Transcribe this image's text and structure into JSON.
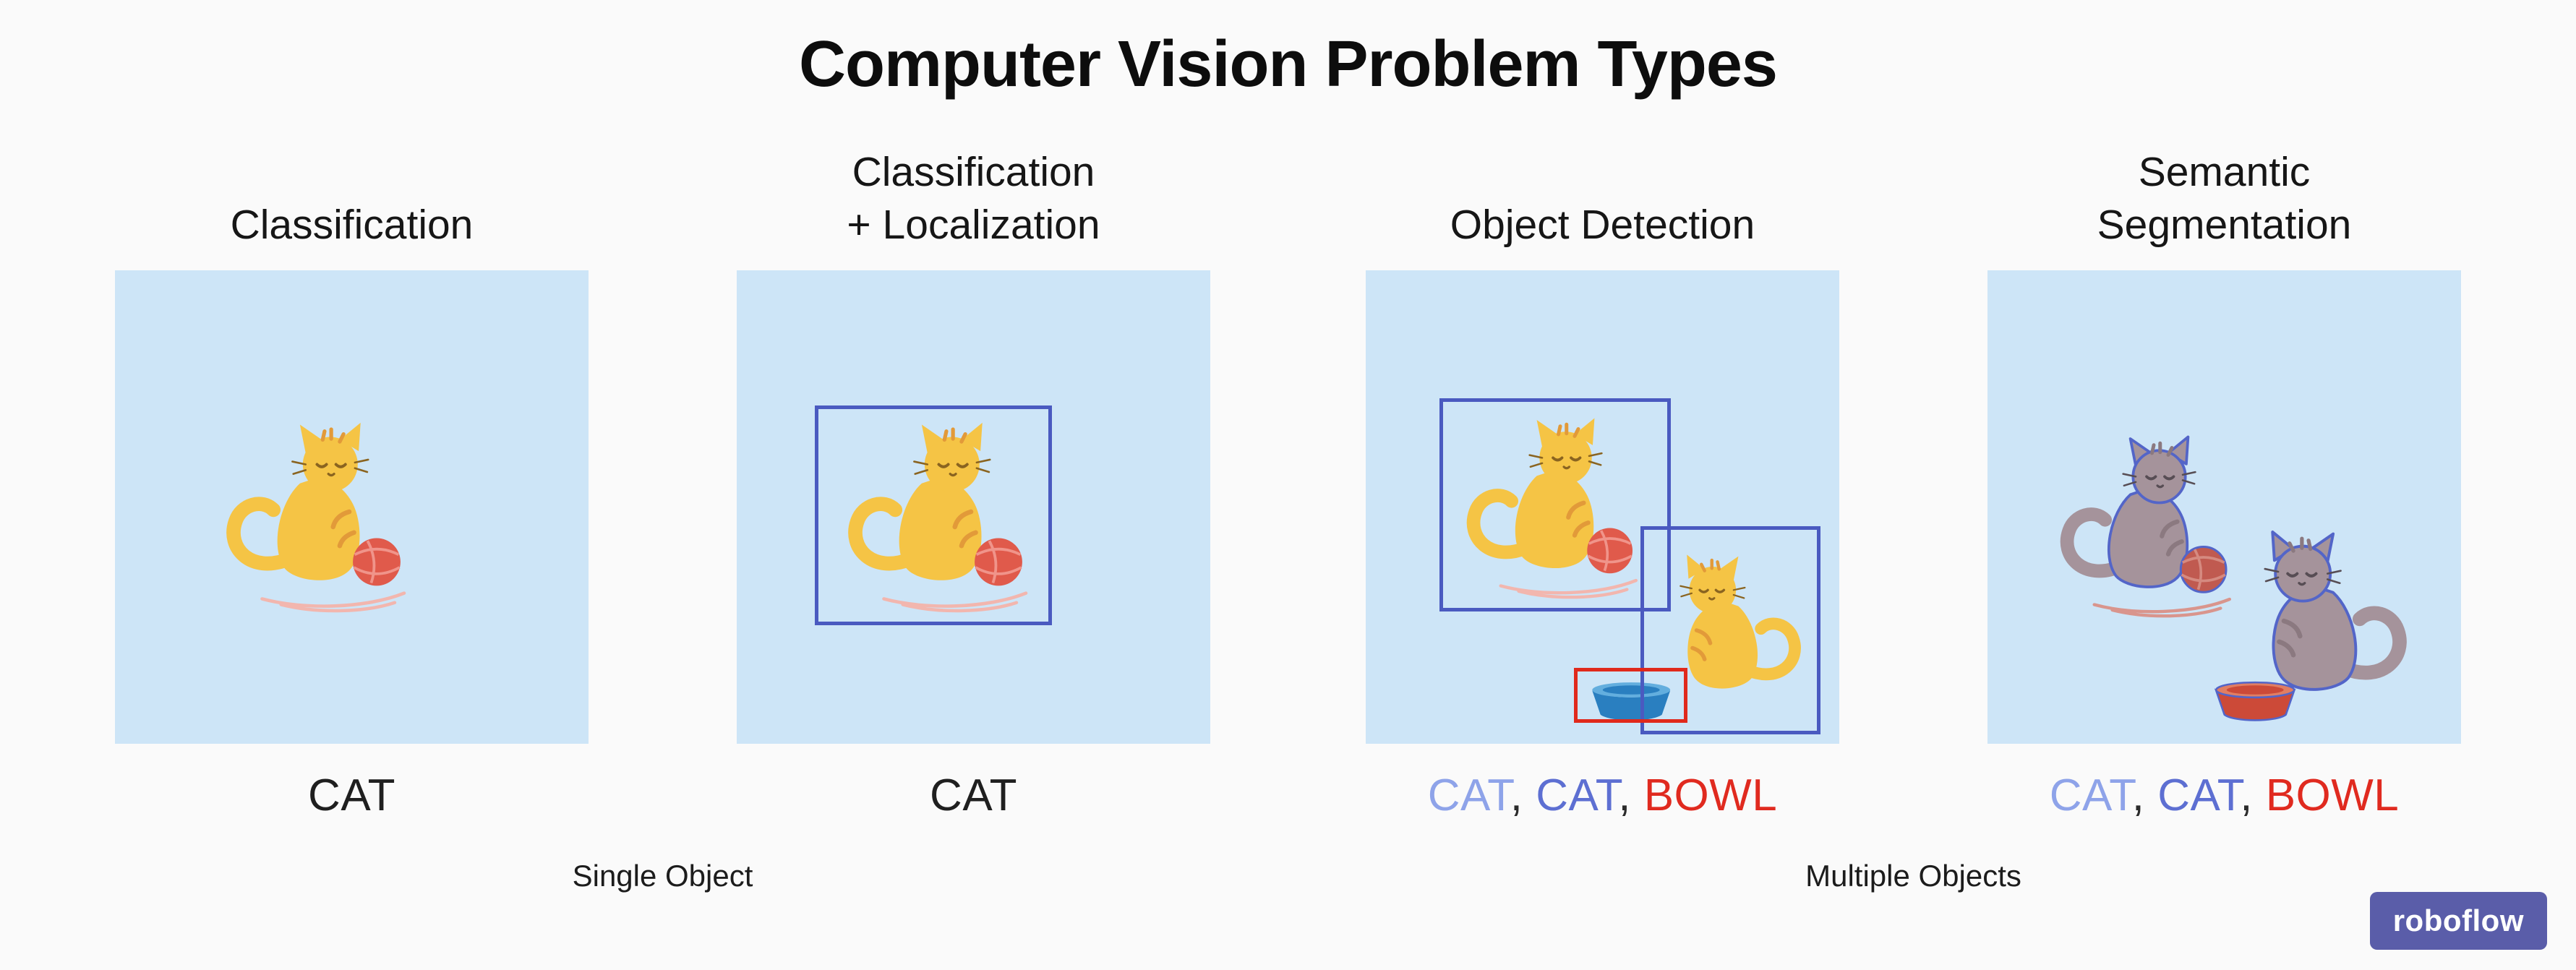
{
  "title": "Computer Vision Problem Types",
  "panels": [
    {
      "heading": "Classification",
      "labels": [
        {
          "text": "CAT",
          "color": "#1f1f1f"
        }
      ]
    },
    {
      "heading": "Classification\n+ Localization",
      "labels": [
        {
          "text": "CAT",
          "color": "#1f1f1f"
        }
      ]
    },
    {
      "heading": "Object Detection",
      "labels": [
        {
          "text": "CAT",
          "color": "#8ea3e9"
        },
        {
          "text": "CAT",
          "color": "#5d6fd2"
        },
        {
          "text": "BOWL",
          "color": "#e02a1f"
        }
      ]
    },
    {
      "heading": "Semantic\nSegmentation",
      "labels": [
        {
          "text": "CAT",
          "color": "#8ea3e9"
        },
        {
          "text": "CAT",
          "color": "#5d6fd2"
        },
        {
          "text": "BOWL",
          "color": "#e02a1f"
        }
      ]
    }
  ],
  "label_separator": ", ",
  "groups": [
    {
      "label": "Single Object"
    },
    {
      "label": "Multiple Objects"
    }
  ],
  "logo": {
    "text": "roboflow",
    "background": "#5a5da9",
    "text_color": "#ffffff"
  },
  "colors": {
    "background": "#fafafa",
    "panel_background": "#cde5f7",
    "bbox_blue": "#4a5ac0",
    "bbox_red": "#e0291c",
    "title": "#0d0d0d"
  },
  "icons": [
    "cat-illustration",
    "cat-with-yarn-illustration",
    "yarn-ball-illustration",
    "bowl-illustration"
  ]
}
